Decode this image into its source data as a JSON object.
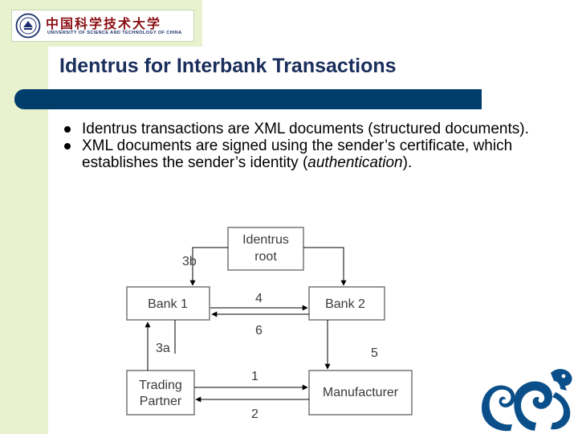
{
  "logo": {
    "chinese_name": "中国科学技术大学",
    "english_name": "UNIVERSITY OF SCIENCE AND TECHNOLOGY OF CHINA"
  },
  "slide": {
    "title": "Identrus for Interbank Transactions",
    "bullets": [
      {
        "text": "Identrus transactions are XML documents (structured documents)."
      },
      {
        "text_before": "XML documents are signed using the sender’s certificate, which establishes the sender’s identity (",
        "italic": "authentication",
        "text_after": ")."
      }
    ]
  },
  "diagram": {
    "nodes": {
      "root_line1": "Identrus",
      "root_line2": "root",
      "bank1": "Bank 1",
      "bank2": "Bank 2",
      "trading_line1": "Trading",
      "trading_line2": "Partner",
      "manufacturer": "Manufacturer"
    },
    "edge_labels": {
      "l3b": "3b",
      "l4": "4",
      "l6": "6",
      "l3a": "3a",
      "l5": "5",
      "l1": "1",
      "l2": "2"
    }
  },
  "colors": {
    "band": "#e8f2ce",
    "title": "#1a2e5c",
    "title_bar": "#003d6b",
    "dragon": "#0a4f8a",
    "logo_red": "#8a0f14"
  }
}
